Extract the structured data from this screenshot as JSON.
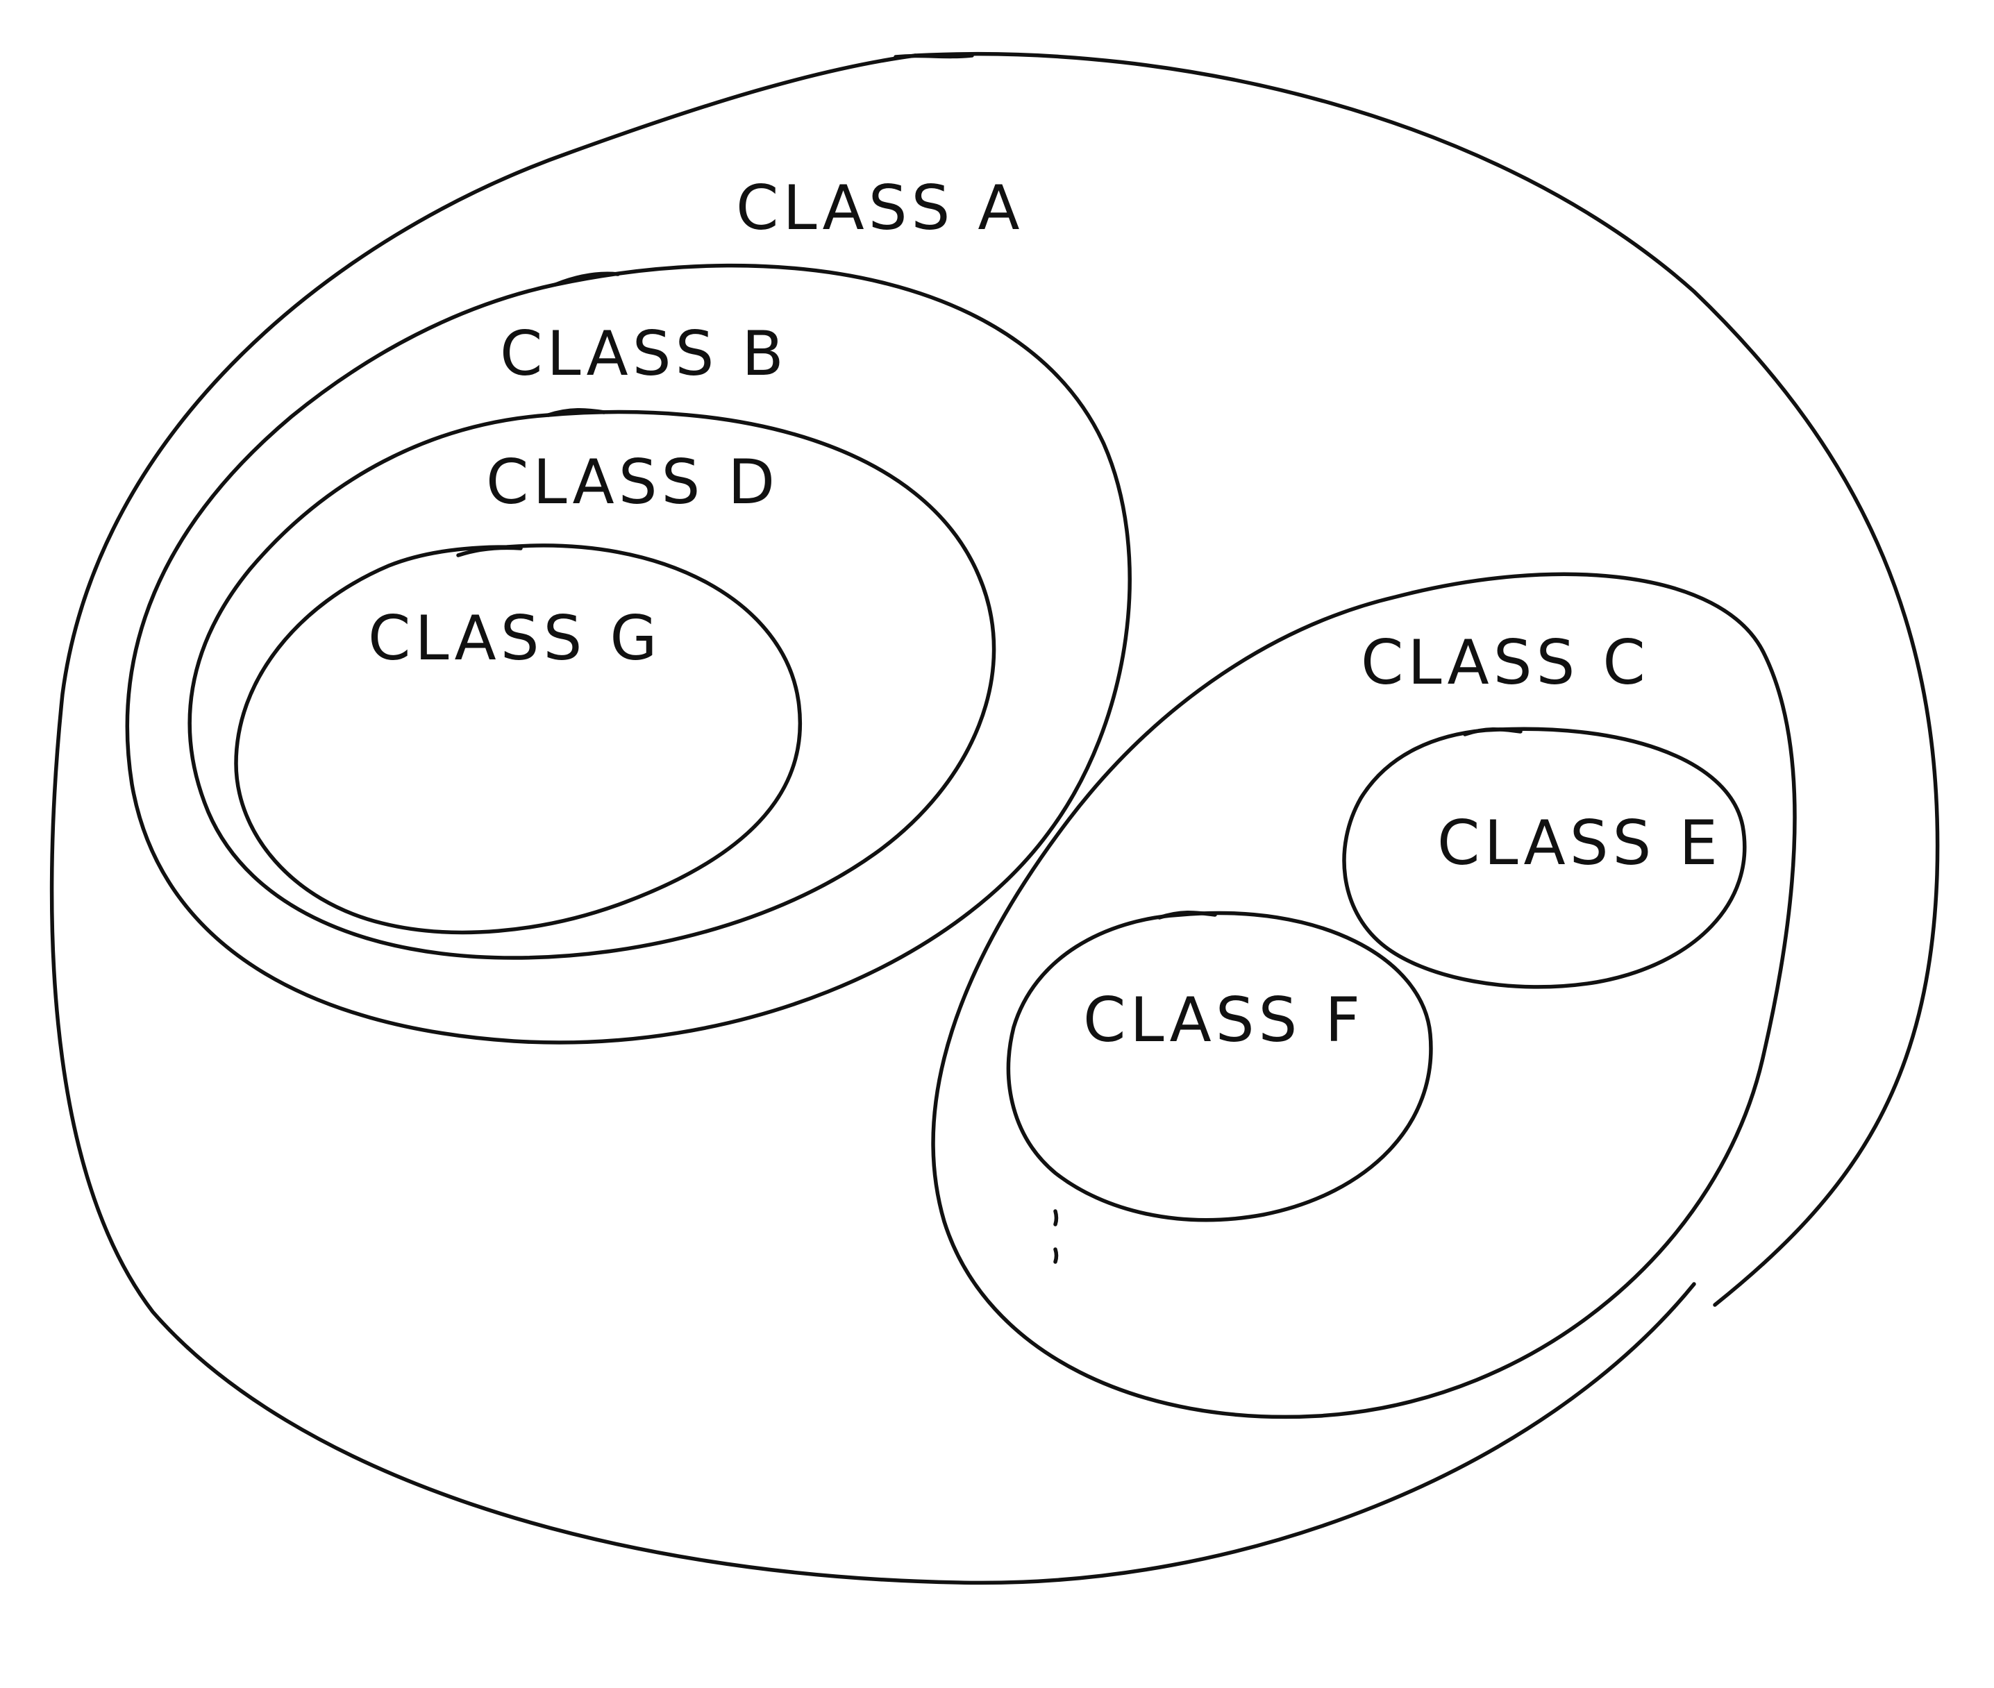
{
  "diagram": {
    "colors": {
      "background": "#ffffff",
      "ink": "#111111"
    },
    "sets": [
      {
        "id": "A",
        "label": "CLASS A",
        "parent": null
      },
      {
        "id": "B",
        "label": "CLASS B",
        "parent": "A"
      },
      {
        "id": "D",
        "label": "CLASS D",
        "parent": "B"
      },
      {
        "id": "G",
        "label": "CLASS G",
        "parent": "D"
      },
      {
        "id": "C",
        "label": "CLASS C",
        "parent": "A"
      },
      {
        "id": "E",
        "label": "CLASS E",
        "parent": "C"
      },
      {
        "id": "F",
        "label": "CLASS F",
        "parent": "C"
      }
    ]
  }
}
